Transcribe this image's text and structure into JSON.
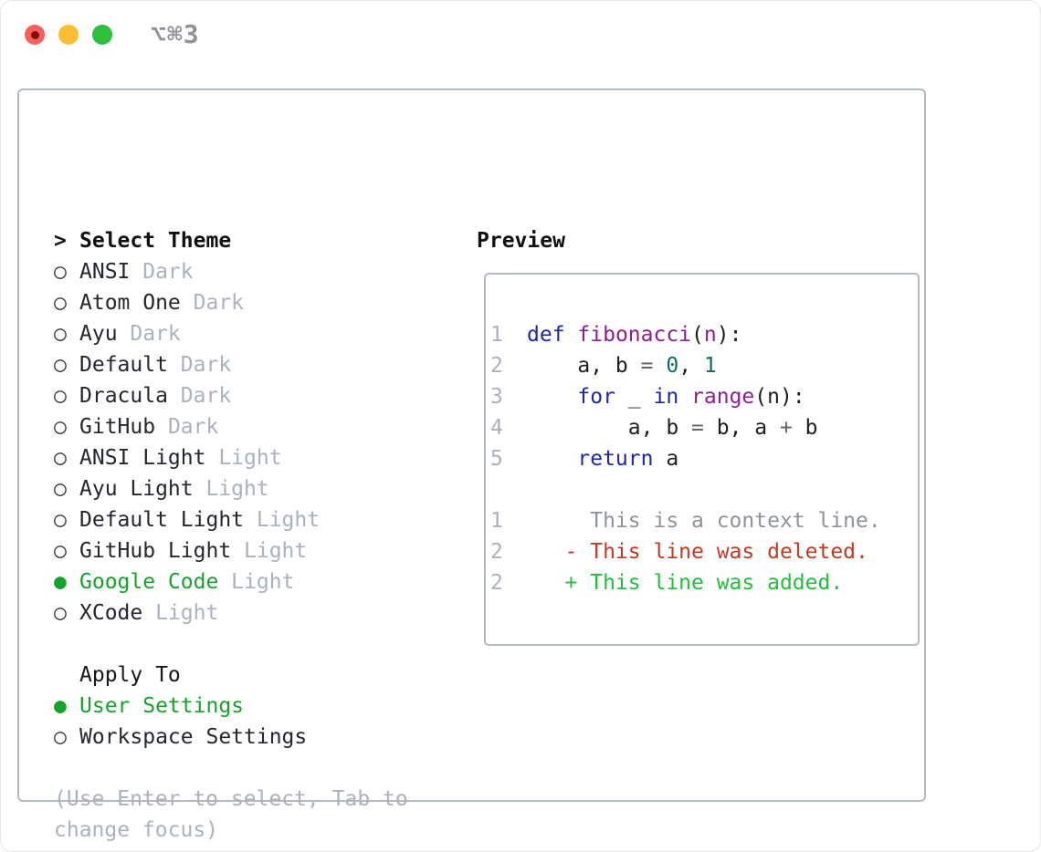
{
  "titlebar": {
    "shortcut": "⌥⌘3"
  },
  "theme_panel": {
    "prompt": ">",
    "title": "Select Theme",
    "unselected_marker": "○",
    "selected_marker": "●",
    "items": [
      {
        "name": "ANSI",
        "variant": "Dark",
        "selected": false
      },
      {
        "name": "Atom One",
        "variant": "Dark",
        "selected": false
      },
      {
        "name": "Ayu",
        "variant": "Dark",
        "selected": false
      },
      {
        "name": "Default",
        "variant": "Dark",
        "selected": false
      },
      {
        "name": "Dracula",
        "variant": "Dark",
        "selected": false
      },
      {
        "name": "GitHub",
        "variant": "Dark",
        "selected": false
      },
      {
        "name": "ANSI Light",
        "variant": "Light",
        "selected": false
      },
      {
        "name": "Ayu Light",
        "variant": "Light",
        "selected": false
      },
      {
        "name": "Default Light",
        "variant": "Light",
        "selected": false
      },
      {
        "name": "GitHub Light",
        "variant": "Light",
        "selected": false
      },
      {
        "name": "Google Code",
        "variant": "Light",
        "selected": true
      },
      {
        "name": "XCode",
        "variant": "Light",
        "selected": false
      }
    ]
  },
  "apply_to": {
    "title": "Apply To",
    "options": [
      {
        "label": "User Settings",
        "selected": true
      },
      {
        "label": "Workspace Settings",
        "selected": false
      }
    ]
  },
  "hint": {
    "line1": "(Use Enter to select, Tab to",
    "line2": "change focus)"
  },
  "preview": {
    "title": "Preview",
    "code_lines": [
      {
        "ln": "1",
        "tokens": [
          [
            "def",
            "kwd"
          ],
          [
            " ",
            "pln"
          ],
          [
            "fibonacci",
            "typ"
          ],
          [
            "(",
            "pln"
          ],
          [
            "n",
            "typ"
          ],
          [
            "):",
            "pln"
          ]
        ]
      },
      {
        "ln": "2",
        "tokens": [
          [
            "    a, b ",
            "pln"
          ],
          [
            "=",
            "pun"
          ],
          [
            " ",
            "pln"
          ],
          [
            "0",
            "lit"
          ],
          [
            ", ",
            "pln"
          ],
          [
            "1",
            "lit"
          ]
        ]
      },
      {
        "ln": "3",
        "tokens": [
          [
            "    ",
            "pln"
          ],
          [
            "for",
            "kwd"
          ],
          [
            " _ ",
            "pln"
          ],
          [
            "in",
            "kwd"
          ],
          [
            " ",
            "pln"
          ],
          [
            "range",
            "typ"
          ],
          [
            "(n):",
            "pln"
          ]
        ]
      },
      {
        "ln": "4",
        "tokens": [
          [
            "        a, b ",
            "pln"
          ],
          [
            "=",
            "pun"
          ],
          [
            " b, a ",
            "pln"
          ],
          [
            "+",
            "pun"
          ],
          [
            " b",
            "pln"
          ]
        ]
      },
      {
        "ln": "5",
        "tokens": [
          [
            "    ",
            "pln"
          ],
          [
            "return",
            "kwd"
          ],
          [
            " a",
            "pln"
          ]
        ]
      }
    ],
    "diff_lines": [
      {
        "ln": "1",
        "tokens": [
          [
            "     This is a context line.",
            "ctx"
          ]
        ]
      },
      {
        "ln": "2",
        "tokens": [
          [
            "   - This line was deleted.",
            "del"
          ]
        ]
      },
      {
        "ln": "2",
        "tokens": [
          [
            "   + This line was added.",
            "add"
          ]
        ]
      }
    ]
  },
  "colors": {
    "accent_green": "#16a329",
    "added_green": "#1ec138",
    "deleted_red": "#c33a22",
    "keyword_blue": "#1e27a9",
    "type_purple": "#8b2190",
    "literal_teal": "#0d6a6a",
    "muted_gray": "#a9b2bd",
    "border_gray": "#b1b9c1",
    "traffic_red": "#f7605a",
    "traffic_yellow": "#fbbe30",
    "traffic_green": "#2cc03c"
  }
}
